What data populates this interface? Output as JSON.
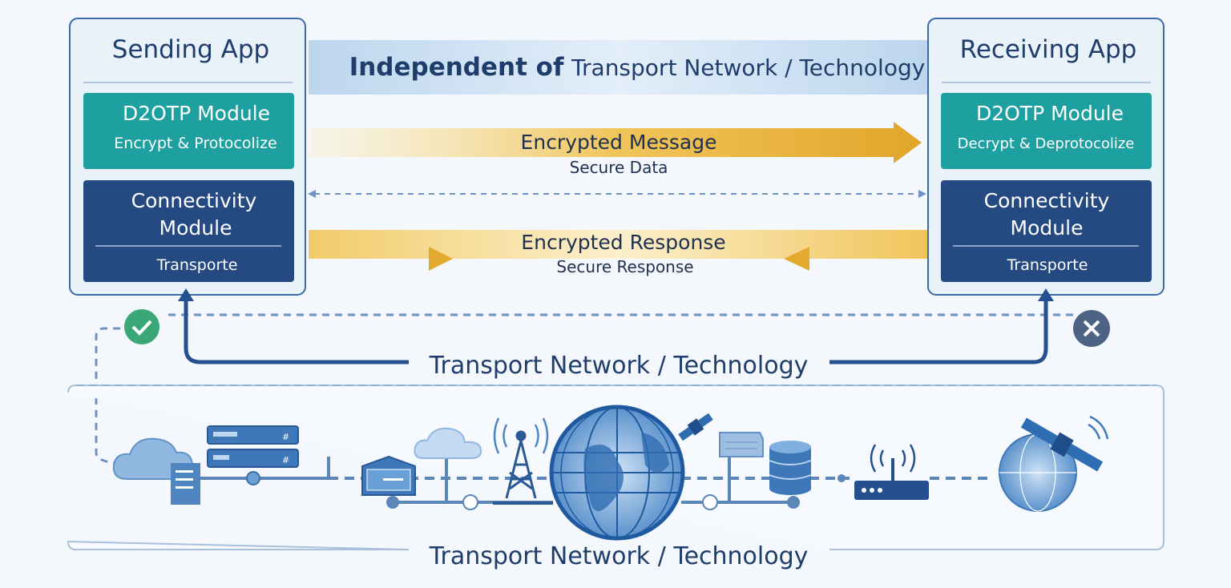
{
  "colors": {
    "navy": "#1f3d6b",
    "teal": "#1e9fa0",
    "dark_blue": "#254a82",
    "gold": "#e3aa2f",
    "light_blue": "#cfe2f3",
    "green": "#3aa776",
    "gray_x": "#4d6384"
  },
  "sending_app": {
    "title": "Sending App",
    "d2otp_title": "D2OTP Module",
    "d2otp_sub": "Encrypt & Protocolize",
    "conn_title_1": "Connectivity",
    "conn_title_2": "Module",
    "conn_sub": "Transporte"
  },
  "receiving_app": {
    "title": "Receiving App",
    "d2otp_title": "D2OTP Module",
    "d2otp_sub": "Decrypt & Deprotocolize",
    "conn_title_1": "Connectivity",
    "conn_title_2": "Module",
    "conn_sub": "Transporte"
  },
  "banner": {
    "bold": "Independent of",
    "rest": "Transport Network / Technology"
  },
  "message": {
    "title": "Encrypted Message",
    "sub": "Secure Data"
  },
  "response": {
    "title": "Encrypted Response",
    "sub": "Secure Response"
  },
  "transport_label": "Transport Network / Technology",
  "network_label": "Transport Network / Technology",
  "icons": [
    "check-icon",
    "close-icon",
    "cloud-icon",
    "server-icon",
    "router-box-icon",
    "cell-tower-icon",
    "globe-icon",
    "satellite-icon",
    "database-icon",
    "wifi-router-icon"
  ]
}
